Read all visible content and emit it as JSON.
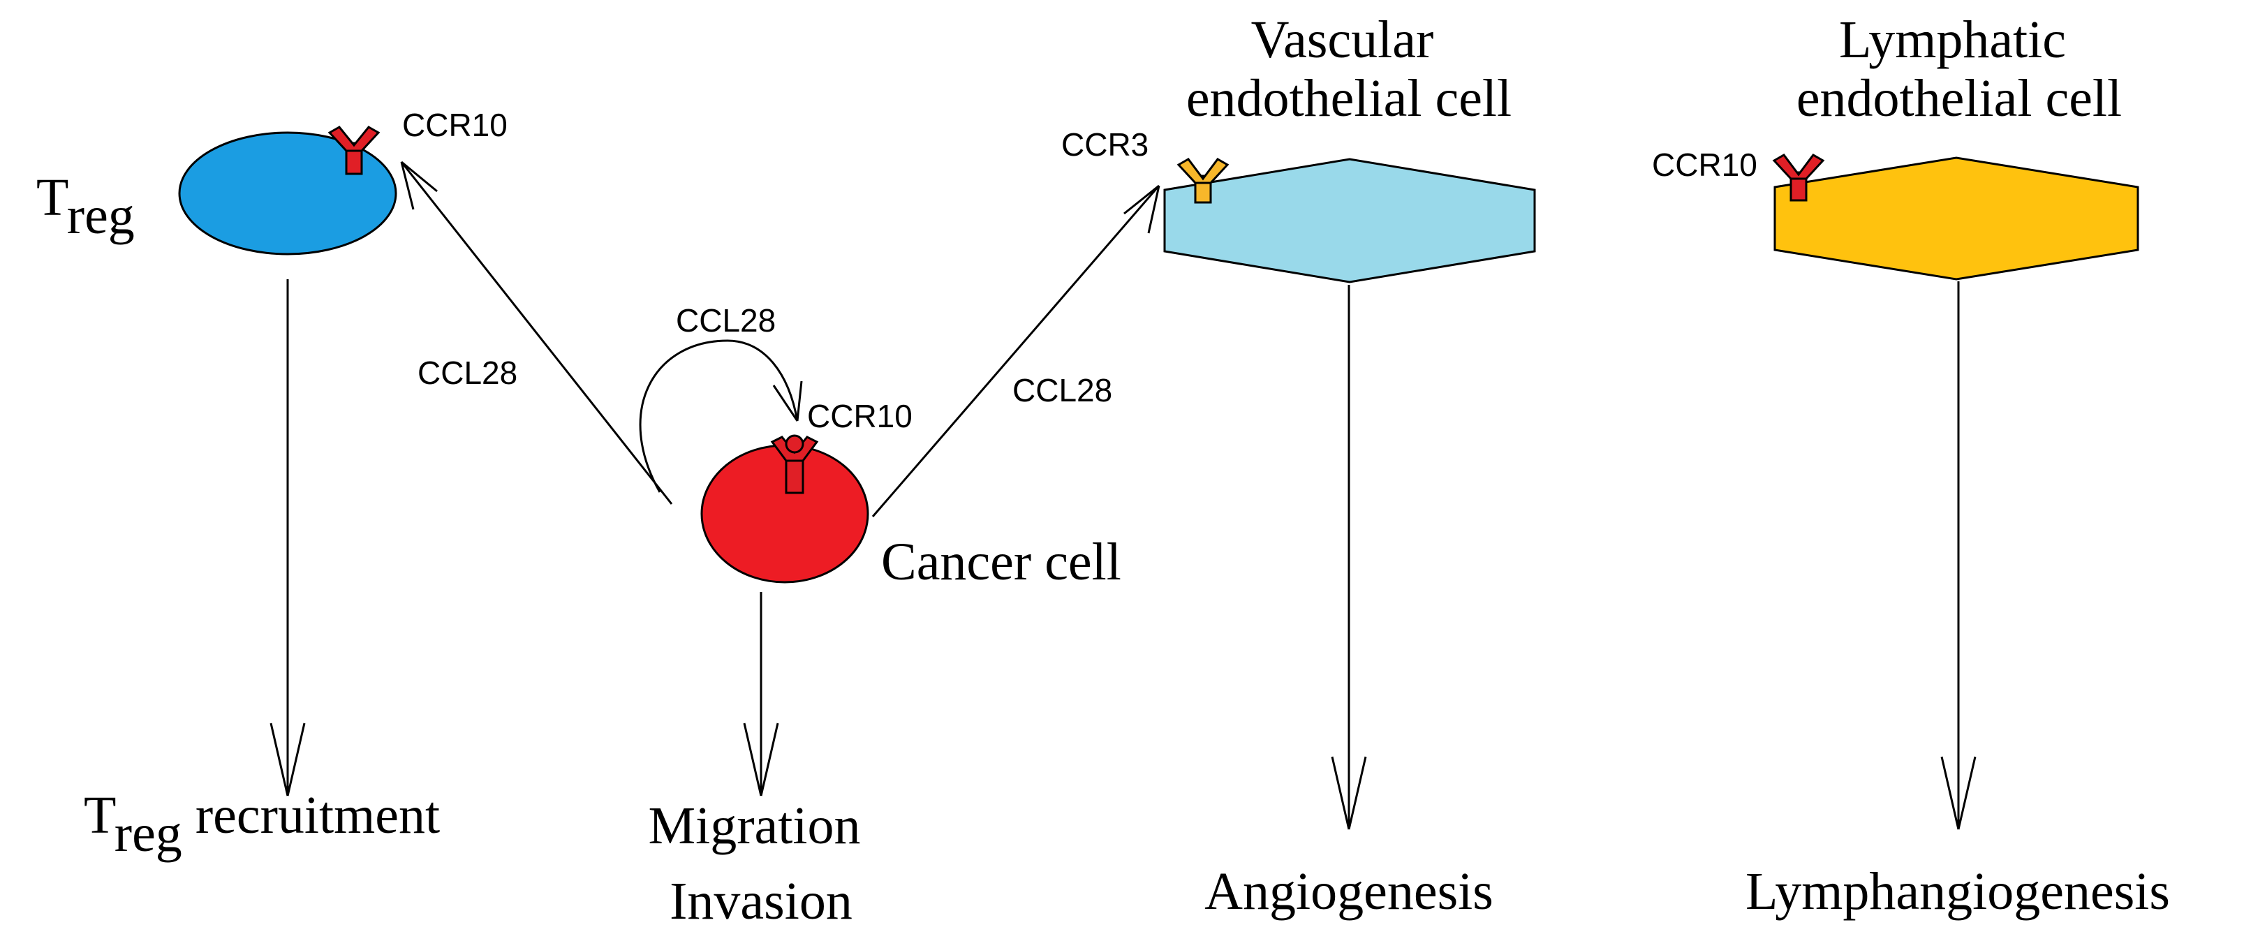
{
  "labels": {
    "treg_T": "T",
    "treg_sub": "reg",
    "treg_recruit_T": "T",
    "treg_recruit_sub": "reg",
    "treg_recruit_rest": " recruitment",
    "ccr10_treg": "CCR10",
    "ccr10_cancer": "CCR10",
    "ccr10_lymph": "CCR10",
    "ccr3_vasc": "CCR3",
    "ccl28_left": "CCL28",
    "ccl28_loop": "CCL28",
    "ccl28_right": "CCL28",
    "cancer_cell": "Cancer cell",
    "vascular_line1": "Vascular",
    "vascular_line2": "endothelial cell",
    "lymphatic_line1": "Lymphatic",
    "lymphatic_line2": "endothelial cell",
    "migration": "Migration",
    "invasion": "Invasion",
    "angiogenesis": "Angiogenesis",
    "lymphangiogenesis": "Lymphangiogenesis"
  },
  "colors": {
    "treg_fill": "#1B9DE2",
    "cancer_fill": "#ED1C24",
    "vascular_fill": "#99D9EA",
    "lymphatic_fill": "#FFC20E",
    "ccr10_receptor": "#E01F26",
    "ccr3_receptor": "#F7B72A"
  }
}
